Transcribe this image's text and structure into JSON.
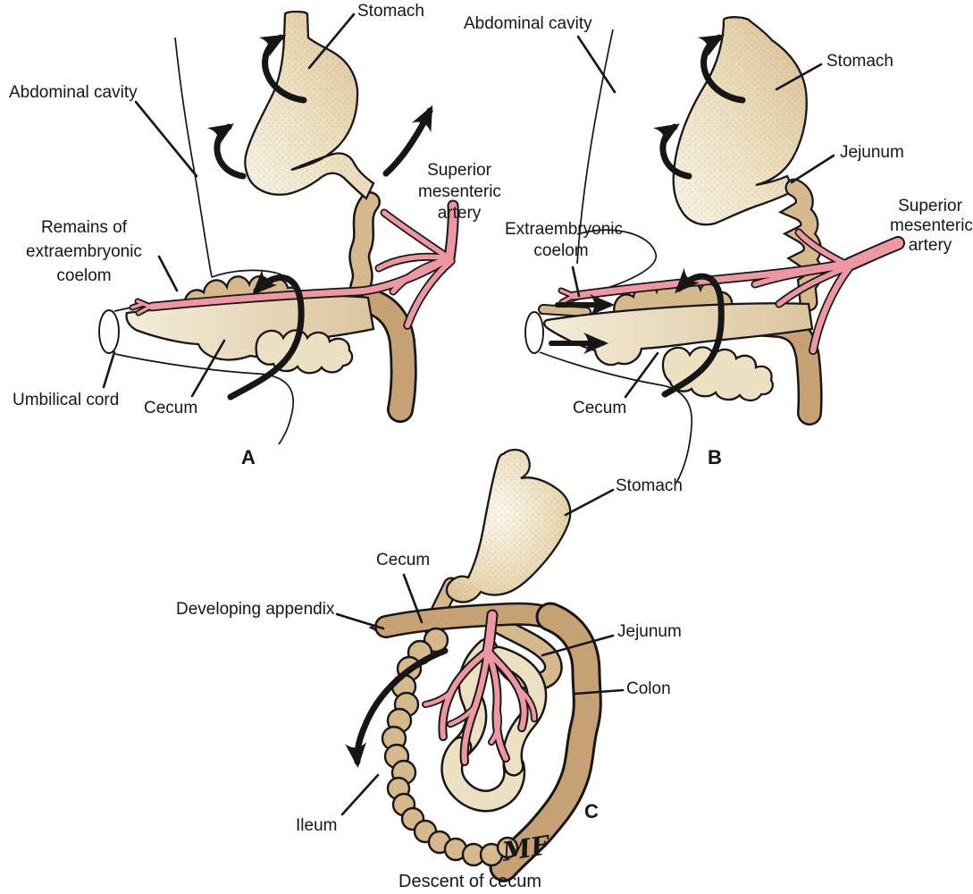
{
  "figure_caption": "Descent of cecum",
  "artist_signature": "MF",
  "colors": {
    "outline": "#161616",
    "artery": "#ee96a2",
    "artery_deep": "#e2808f",
    "gut_dark": "#c6a173",
    "gut_mid": "#d5b98c",
    "gut_cream": "#ece0c2"
  },
  "panel_a": {
    "letter": "A",
    "labels": {
      "stomach": "Stomach",
      "abdominal_cavity": "Abdominal cavity",
      "remains_line1": "Remains of",
      "remains_line2": "extraembryonic coelom",
      "umbilical_cord": "Umbilical cord",
      "cecum": "Cecum",
      "sma_line1": "Superior",
      "sma_line2": "mesenteric",
      "sma_line3": "artery"
    }
  },
  "panel_b": {
    "letter": "B",
    "labels": {
      "abdominal_cavity": "Abdominal cavity",
      "stomach": "Stomach",
      "jejunum": "Jejunum",
      "sma_line1": "Superior",
      "sma_line2": "mesenteric",
      "sma_line3": "artery",
      "coelom_line1": "Extraembryonic",
      "coelom_line2": "coelom",
      "cecum": "Cecum"
    }
  },
  "panel_c": {
    "letter": "C",
    "labels": {
      "stomach": "Stomach",
      "cecum": "Cecum",
      "developing_appendix": "Developing appendix",
      "jejunum": "Jejunum",
      "colon": "Colon",
      "ileum": "Ileum"
    }
  }
}
